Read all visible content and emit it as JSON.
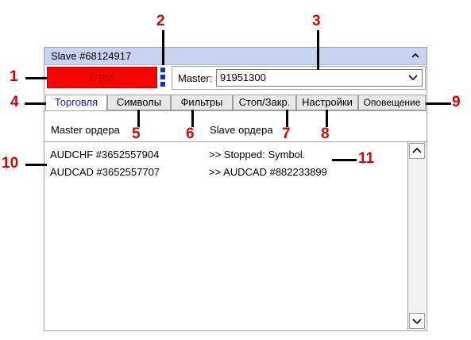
{
  "panel": {
    "title": "Slave #68124917",
    "stop_label": "Стоп",
    "master_label": "Master:",
    "master_value": "91951300"
  },
  "tabs": [
    {
      "label": "Торговля",
      "active": true
    },
    {
      "label": "Символы",
      "active": false
    },
    {
      "label": "Фильтры",
      "active": false
    },
    {
      "label": "Стоп/Закр.",
      "active": false
    },
    {
      "label": "Настройки",
      "active": false
    },
    {
      "label": "Оповещение",
      "active": false
    }
  ],
  "columns": {
    "master": "Master ордера",
    "slave": "Slave ордера"
  },
  "rows": [
    {
      "master": "AUDCHF #3652557904",
      "slave": ">> Stopped: Symbol."
    },
    {
      "master": "AUDCAD #3652557707",
      "slave": ">> AUDCAD #882233899"
    }
  ],
  "annotations": [
    "1",
    "2",
    "3",
    "4",
    "5",
    "6",
    "7",
    "8",
    "9",
    "10",
    "11"
  ],
  "colors": {
    "stop_button": "#ff0000",
    "title_bar": "#c8d4ef",
    "annotation": "#e00000",
    "handle_dots": "#0033cc",
    "active_tab_text": "#1a1aa0"
  },
  "icons": [
    "collapse-chevron-up-icon",
    "dropdown-chevron-down-icon",
    "scroll-up-icon",
    "scroll-down-icon",
    "drag-handle-icon"
  ]
}
